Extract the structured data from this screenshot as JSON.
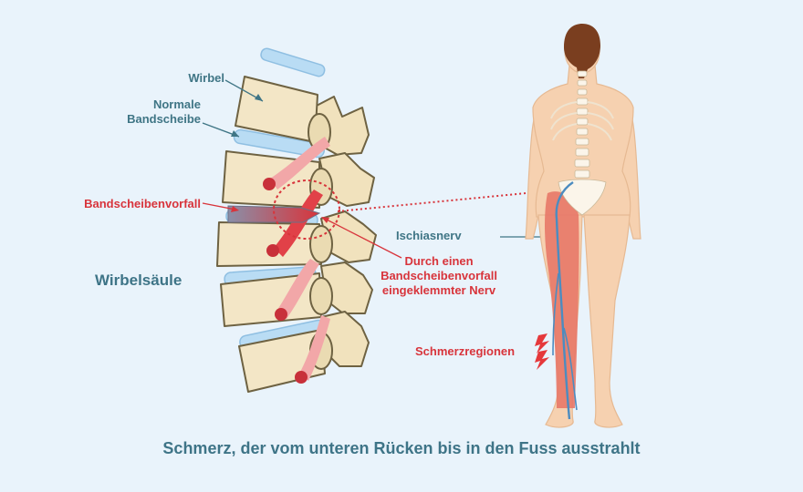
{
  "labels": {
    "wirbel": "Wirbel",
    "normale_bandscheibe_line1": "Normale",
    "normale_bandscheibe_line2": "Bandscheibe",
    "bandscheibenvorfall": "Bandscheibenvorfall",
    "wirbelsaeule": "Wirbelsäule",
    "eingeklemmter_nerv_line1": "Durch einen",
    "eingeklemmter_nerv_line2": "Bandscheibenvorfall",
    "eingeklemmter_nerv_line3": "eingeklemmter Nerv",
    "ischiasnerv": "Ischiasnerv",
    "schmerzregionen": "Schmerzregionen"
  },
  "caption": "Schmerz, der vom unteren Rücken bis in den Fuss ausstrahlt",
  "colors": {
    "background": "#e9f3fb",
    "label_teal": "#3f7585",
    "label_red": "#d8343b",
    "bone": "#f3e6c6",
    "bone_outline": "#6e6242",
    "disc": "#b9dcf4",
    "nerve": "#e04a52",
    "skin": "#f6d1b0",
    "hair": "#7a3e1f",
    "pain_region": "#e87868",
    "sciatic_nerve": "#4c8cc0"
  },
  "icons": [
    "lightning-bolt-icon"
  ]
}
